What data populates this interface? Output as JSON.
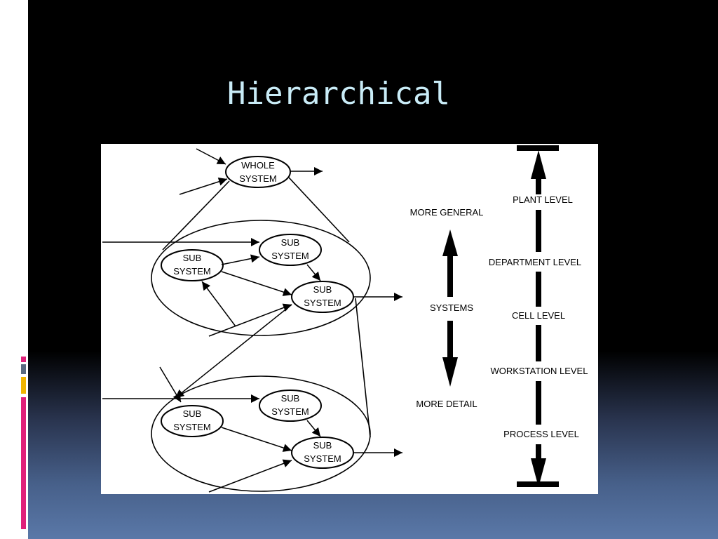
{
  "slide": {
    "title": "Hierarchical"
  },
  "diagram": {
    "whole_system": [
      "WHOLE",
      "SYSTEM"
    ],
    "sub_system": [
      "SUB",
      "SYSTEM"
    ],
    "scale": {
      "top": "MORE GENERAL",
      "middle": "SYSTEMS",
      "bottom": "MORE DETAIL"
    },
    "levels": [
      "PLANT LEVEL",
      "DEPARTMENT LEVEL",
      "CELL LEVEL",
      "WORKSTATION LEVEL",
      "PROCESS LEVEL"
    ]
  },
  "colors": {
    "title": "#c9ecf7",
    "accent_magenta": "#e0207a",
    "accent_slate": "#5a6a80",
    "accent_gold": "#f0b400"
  }
}
